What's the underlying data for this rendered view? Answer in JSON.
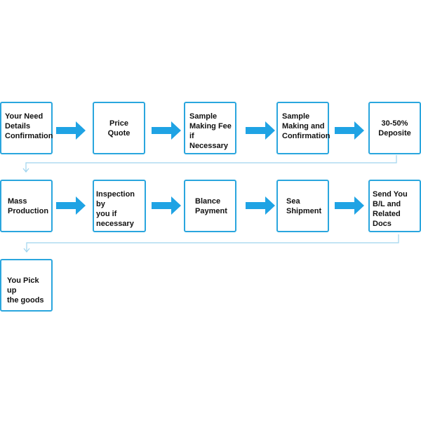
{
  "colors": {
    "box_border": "#2aa6de",
    "arrow_fill": "#1fa3e4",
    "connector": "#9fd4ee",
    "text": "#111111",
    "background": "#ffffff"
  },
  "steps": [
    {
      "label": "Your Need\nDetails\nConfirmation"
    },
    {
      "label": "Price\nQuote"
    },
    {
      "label": "Sample\nMaking Fee\nif Necessary"
    },
    {
      "label": "Sample\nMaking and\nConfirmation"
    },
    {
      "label": "30-50%\nDeposite"
    },
    {
      "label": "Mass\nProduction"
    },
    {
      "label": "Inspection by\nyou if\nnecessary"
    },
    {
      "label": "Blance\nPayment"
    },
    {
      "label": "Sea\nShipment"
    },
    {
      "label": "Send You\nB/L and\nRelated Docs"
    },
    {
      "label": "You Pick up\nthe goods"
    }
  ]
}
